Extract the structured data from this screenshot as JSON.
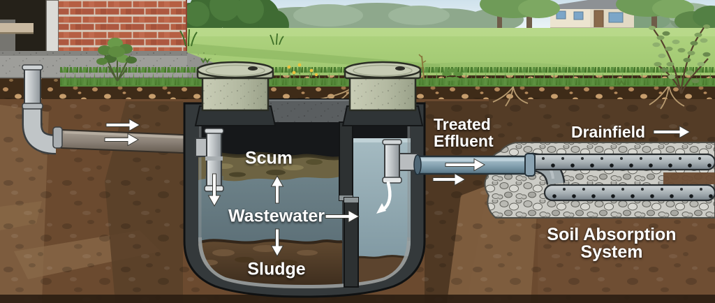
{
  "labels": {
    "scum": "Scum",
    "wastewater": "Wastewater",
    "sludge": "Sludge",
    "treated_effluent_line1": "Treated",
    "treated_effluent_line2": "Effluent",
    "drainfield": "Drainfield",
    "soil_absorption_line1": "Soil Absorption",
    "soil_absorption_line2": "System"
  },
  "flow_arrows": [
    {
      "name": "house-to-tank-upper",
      "direction": "right"
    },
    {
      "name": "house-to-tank-lower",
      "direction": "right"
    },
    {
      "name": "inlet-drop",
      "direction": "down"
    },
    {
      "name": "scum-rise",
      "direction": "up"
    },
    {
      "name": "sludge-settle",
      "direction": "down"
    },
    {
      "name": "wastewater-to-second-chamber",
      "direction": "right"
    },
    {
      "name": "second-chamber-drop",
      "direction": "down-curved"
    },
    {
      "name": "effluent-out-upper",
      "direction": "right"
    },
    {
      "name": "effluent-out-lower",
      "direction": "right"
    },
    {
      "name": "drainfield-flow",
      "direction": "right"
    }
  ],
  "colors": {
    "label_text": "#ffffff",
    "flow_arrow": "#ffffff",
    "sky": "#d6e7f0",
    "lawn": "#a8cd79",
    "topsoil": "#3e2b18",
    "subsoil": "#6b4a2f",
    "tank_shell": "#34393b",
    "scum_layer": "#6d6342",
    "wastewater_layer": "#64787f",
    "sludge_layer": "#5a422c",
    "second_chamber_water": "#8fa6ae",
    "effluent_pipe": "#7e98a8",
    "gravel": "#ccccc6",
    "riser_concrete": "#b2b8a0",
    "brick": "#b65f43"
  }
}
